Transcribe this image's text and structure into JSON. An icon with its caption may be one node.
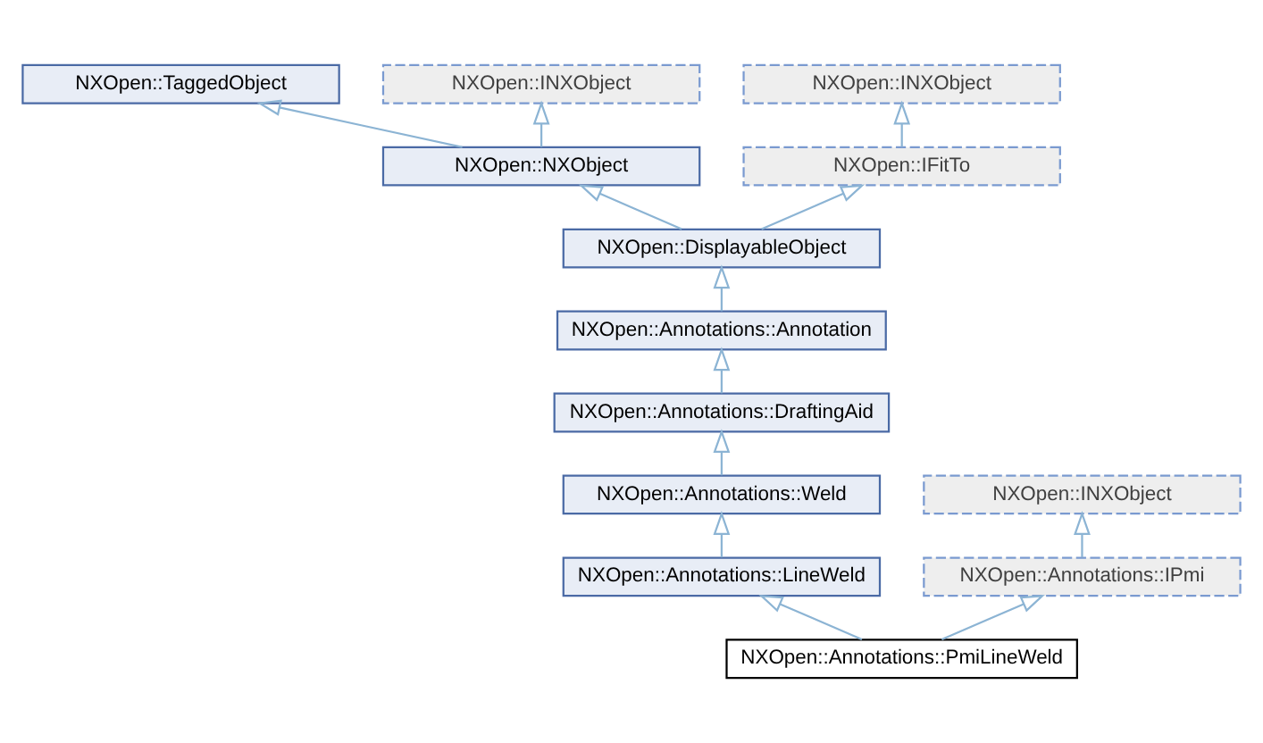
{
  "diagram": {
    "nodes": [
      {
        "text": [
          "NXOpen::TaggedObject"
        ]
      },
      {
        "text": [
          "NXOpen::INXObject"
        ]
      },
      {
        "text": [
          "NXOpen::INXObject"
        ]
      },
      {
        "text": [
          "NXOpen::NXObject"
        ]
      },
      {
        "text": [
          "NXOpen::IFitTo"
        ]
      },
      {
        "text": [
          "NXOpen::DisplayableObject"
        ]
      },
      {
        "text": [
          "NXOpen::Annotations::Annotation"
        ]
      },
      {
        "text": [
          "NXOpen::Annotations::DraftingAid"
        ]
      },
      {
        "text": [
          "NXOpen::Annotations::Weld"
        ]
      },
      {
        "text": [
          "NXOpen::INXObject"
        ]
      },
      {
        "text": [
          "NXOpen::Annotations::LineWeld"
        ]
      },
      {
        "text": [
          "NXOpen::Annotations::IPmi"
        ]
      },
      {
        "text": [
          "NXOpen::Annotations::PmiLineWeld"
        ]
      }
    ],
    "edges": [
      {
        "from": 3,
        "to": 0,
        "arrow": "to"
      },
      {
        "from": 3,
        "to": 1,
        "arrow": "to"
      },
      {
        "from": 4,
        "to": 2,
        "arrow": "to"
      },
      {
        "from": 5,
        "to": 3,
        "arrow": "to"
      },
      {
        "from": 5,
        "to": 4,
        "arrow": "to"
      },
      {
        "from": 6,
        "to": 5,
        "arrow": "to"
      },
      {
        "from": 7,
        "to": 6,
        "arrow": "to"
      },
      {
        "from": 8,
        "to": 7,
        "arrow": "to"
      },
      {
        "from": 10,
        "to": 8,
        "arrow": "to"
      },
      {
        "from": 11,
        "to": 9,
        "arrow": "to"
      },
      {
        "from": 12,
        "to": 10,
        "arrow": "to"
      },
      {
        "from": 12,
        "to": 11,
        "arrow": "to"
      }
    ]
  }
}
